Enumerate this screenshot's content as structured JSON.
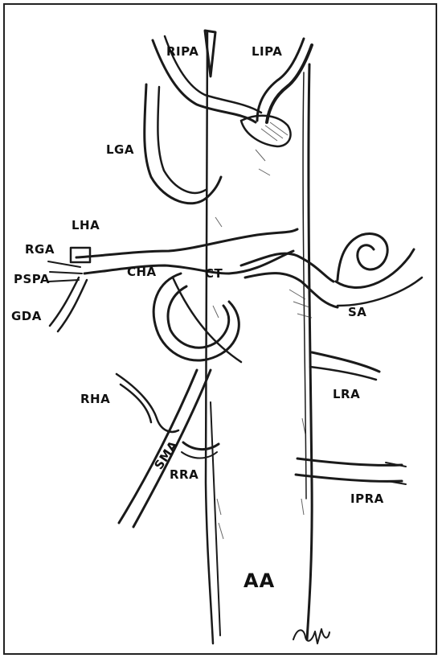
{
  "labels": {
    "ripa": "RIPA",
    "lipa": "LIPA",
    "lga": "LGA",
    "lha": "LHA",
    "rga": "RGA",
    "pspa": "PSPA",
    "gda": "GDA",
    "cha": "CHA",
    "ct": "CT",
    "sa": "SA",
    "rha": "RHA",
    "lra": "LRA",
    "sma": "SMA",
    "rra": "RRA",
    "ipra": "IPRA",
    "aa": "AA"
  },
  "colors": {
    "ink": "#1a1a1a",
    "background": "#ffffff"
  }
}
